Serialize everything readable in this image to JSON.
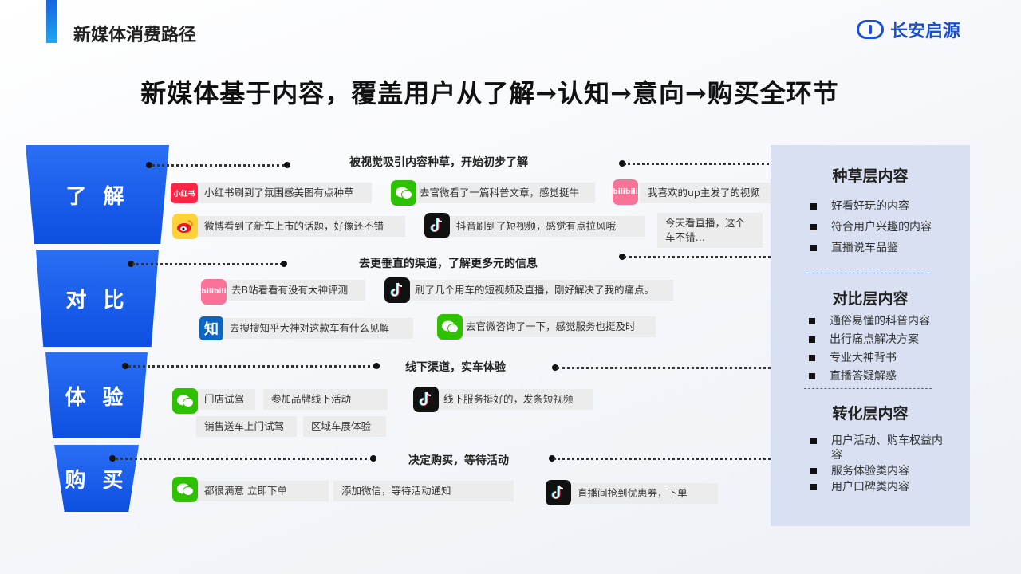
{
  "header": {
    "title": "新媒体消费路径",
    "logo_text": "长安启源"
  },
  "main_title": "新媒体基于内容，覆盖用户从了解→认知→意向→购买全环节",
  "stages": [
    "了 解",
    "对 比",
    "体 验",
    "购 买"
  ],
  "phases": [
    "被视觉吸引内容种草，开始初步了解",
    "去更垂直的渠道，了解更多元的信息",
    "线下渠道，实车体验",
    "决定购买，等待活动"
  ],
  "icons": {
    "xhs": "小红书",
    "bili": "bilibili",
    "zhihu": "知"
  },
  "cards": {
    "c1": "小红书刷到了氛围感美图有点种草",
    "c2": "去官微看了一篇科普文章，感觉挺牛",
    "c3": "我喜欢的up主发了的视频",
    "c4": "微博看到了新车上市的话题，好像还不错",
    "c5": "抖音刷到了短视频，感觉有点拉风哦",
    "c6": "今天看直播，这个车不错…",
    "c7": "去B站看看有没有大神评测",
    "c8": "刷了几个用车的短视频及直播，刚好解决了我的痛点。",
    "c9": "去搜搜知乎大神对这款车有什么见解",
    "c10": "去官微咨询了一下，感觉服务也挺及时",
    "c11": "门店试驾",
    "c12": "参加品牌线下活动",
    "c13": "线下服务挺好的，发条短视频",
    "c14": "销售送车上门试驾",
    "c15": "区域车展体验",
    "c16": "都很满意 立即下单",
    "c17": "添加微信，等待活动通知",
    "c18": "直播间抢到优惠券，下单"
  },
  "panel": {
    "sections": [
      {
        "title": "种草层内容",
        "items": [
          "好看好玩的内容",
          "符合用户兴趣的内容",
          "直播说车品鉴"
        ]
      },
      {
        "title": "对比层内容",
        "items": [
          "通俗易懂的科普内容",
          "出行痛点解决方案",
          "专业大神背书",
          "直播答疑解惑"
        ]
      },
      {
        "title": "转化层内容",
        "items": [
          "用户活动、购车权益内容",
          "服务体验类内容",
          "用户口碑类内容"
        ]
      }
    ]
  },
  "colors": {
    "funnel": "#0d4fe0",
    "panel": "#d8e0f2",
    "accent": "#1565e0"
  }
}
